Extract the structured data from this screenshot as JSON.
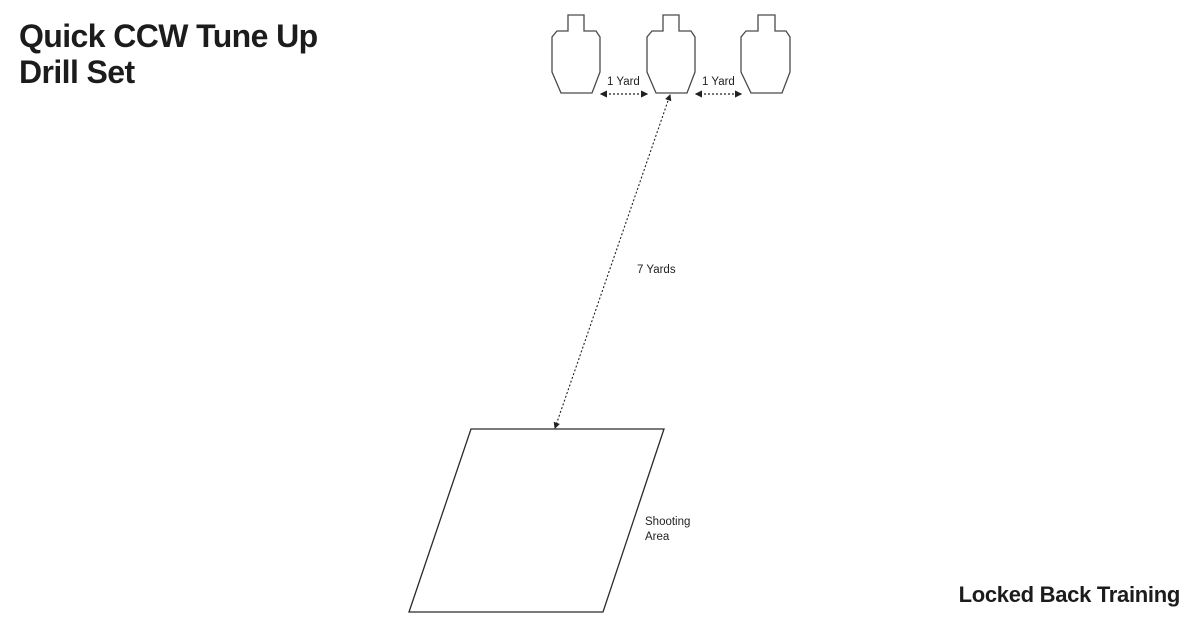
{
  "header": {
    "title_line1": "Quick CCW Tune Up",
    "title_line2": "Drill Set"
  },
  "footer": {
    "brand": "Locked Back Training"
  },
  "diagram": {
    "targets": [
      {
        "id": "target-left",
        "type": "silhouette-target"
      },
      {
        "id": "target-center",
        "type": "silhouette-target"
      },
      {
        "id": "target-right",
        "type": "silhouette-target"
      }
    ],
    "spacing_labels": [
      "1 Yard",
      "1 Yard"
    ],
    "distance_label": "7 Yards",
    "shooting_area_label_line1": "Shooting",
    "shooting_area_label_line2": "Area",
    "colors": {
      "stroke": "#3a3a3a",
      "text": "#1c1c1c",
      "background": "#ffffff"
    }
  }
}
